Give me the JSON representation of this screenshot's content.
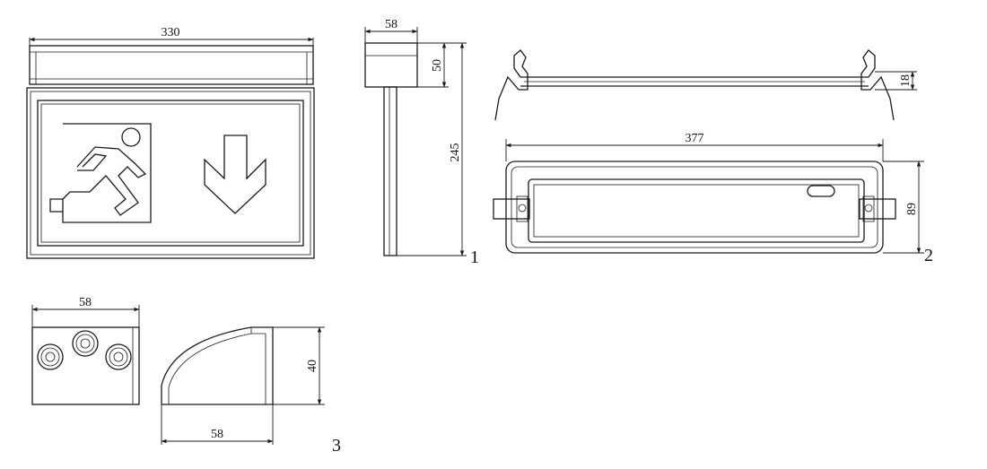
{
  "dimensions": {
    "sign_width": "330",
    "side_depth": "58",
    "side_height": "50",
    "total_height": "245",
    "base_length": "377",
    "base_height": "89",
    "base_thickness": "18",
    "cap_width": "58",
    "cap_profile_width": "58",
    "cap_height": "40"
  },
  "view_labels": {
    "view1": "1",
    "view2": "2",
    "view3": "3"
  }
}
